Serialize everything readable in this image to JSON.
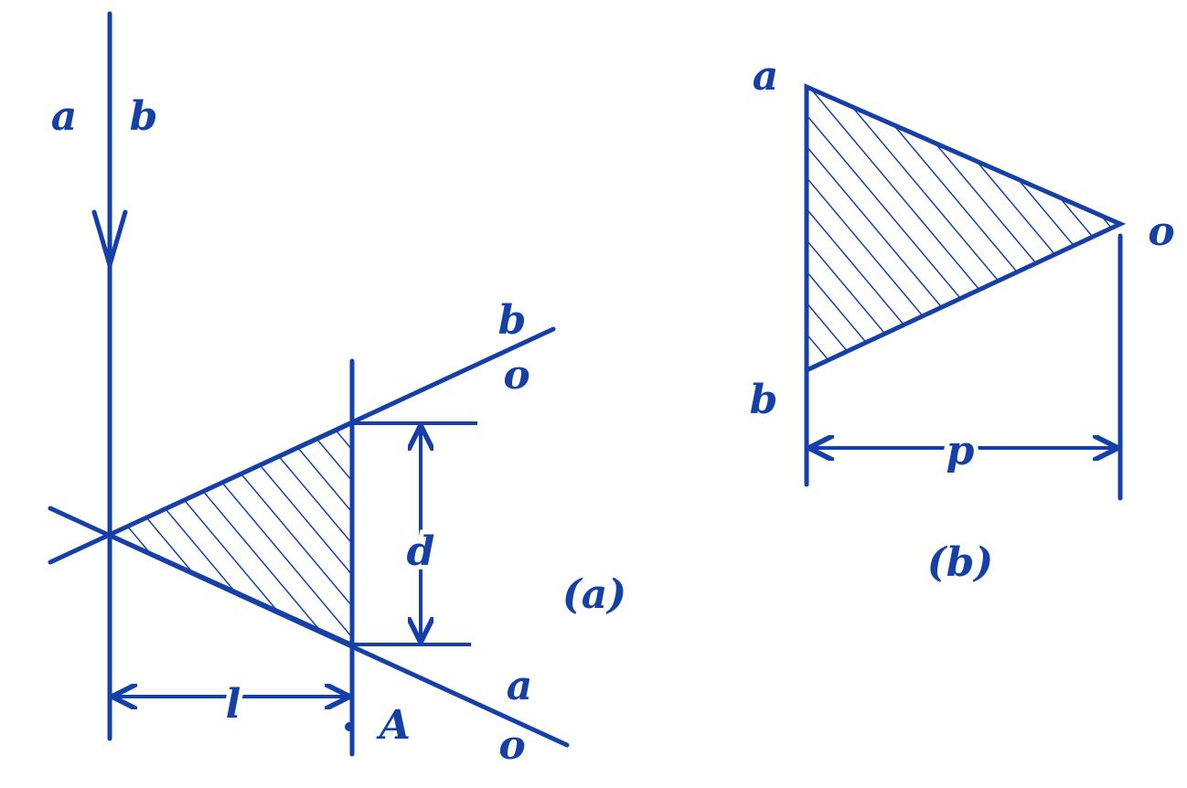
{
  "colors": {
    "ink": "#1540a8",
    "background": "#ffffff"
  },
  "figure_a": {
    "caption": "(a)",
    "ray_labels": {
      "left": "a",
      "right": "b"
    },
    "line_b_label": "b",
    "line_b_origin": "o",
    "line_a_label": "a",
    "line_a_origin": "o",
    "separation_label": "d",
    "distance_label": "l",
    "point_label": "A"
  },
  "figure_b": {
    "caption": "(b)",
    "vertex_a": "a",
    "vertex_b": "b",
    "vertex_o": "o",
    "distance_label": "p"
  }
}
